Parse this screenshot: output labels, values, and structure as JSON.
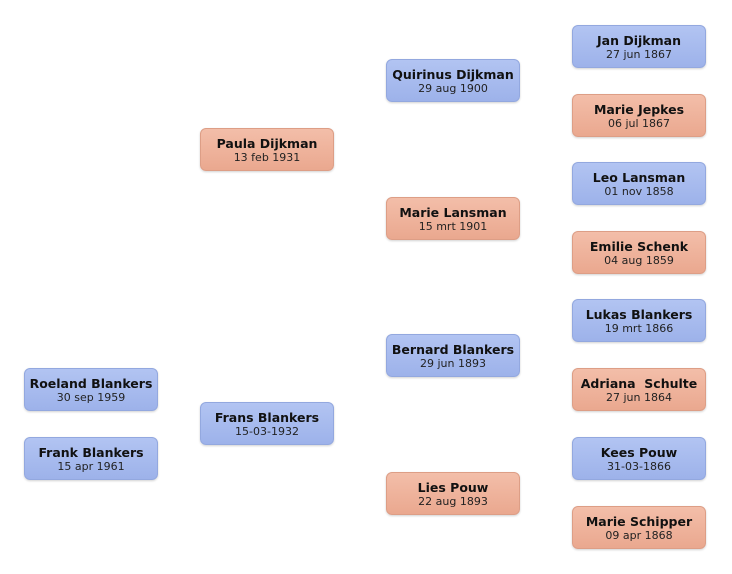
{
  "colors": {
    "male": "#a5b8ee",
    "female": "#eeb29b"
  },
  "persons": [
    {
      "id": "roeland-blankers",
      "name": "Roeland Blankers",
      "date": "30 sep 1959",
      "sex": "male"
    },
    {
      "id": "frank-blankers",
      "name": "Frank Blankers",
      "date": "15 apr 1961",
      "sex": "male"
    },
    {
      "id": "paula-dijkman",
      "name": "Paula Dijkman",
      "date": "13 feb 1931",
      "sex": "female"
    },
    {
      "id": "frans-blankers",
      "name": "Frans Blankers",
      "date": "15-03-1932",
      "sex": "male"
    },
    {
      "id": "quirinus-dijkman",
      "name": "Quirinus Dijkman",
      "date": "29 aug 1900",
      "sex": "male"
    },
    {
      "id": "marie-lansman",
      "name": "Marie Lansman",
      "date": "15 mrt 1901",
      "sex": "female"
    },
    {
      "id": "bernard-blankers",
      "name": "Bernard Blankers",
      "date": "29 jun 1893",
      "sex": "male"
    },
    {
      "id": "lies-pouw",
      "name": "Lies Pouw",
      "date": "22 aug 1893",
      "sex": "female"
    },
    {
      "id": "jan-dijkman",
      "name": "Jan Dijkman",
      "date": "27 jun 1867",
      "sex": "male"
    },
    {
      "id": "marie-jepkes",
      "name": "Marie Jepkes",
      "date": "06 jul 1867",
      "sex": "female"
    },
    {
      "id": "leo-lansman",
      "name": "Leo Lansman",
      "date": "01 nov 1858",
      "sex": "male"
    },
    {
      "id": "emilie-schenk",
      "name": "Emilie Schenk",
      "date": "04 aug 1859",
      "sex": "female"
    },
    {
      "id": "lukas-blankers",
      "name": "Lukas Blankers",
      "date": "19 mrt 1866",
      "sex": "male"
    },
    {
      "id": "adriana-schulte",
      "name": "Adriana  Schulte",
      "date": "27 jun 1864",
      "sex": "female"
    },
    {
      "id": "kees-pouw",
      "name": "Kees Pouw",
      "date": "31-03-1866",
      "sex": "male"
    },
    {
      "id": "marie-schipper",
      "name": "Marie Schipper",
      "date": "09 apr 1868",
      "sex": "female"
    }
  ]
}
